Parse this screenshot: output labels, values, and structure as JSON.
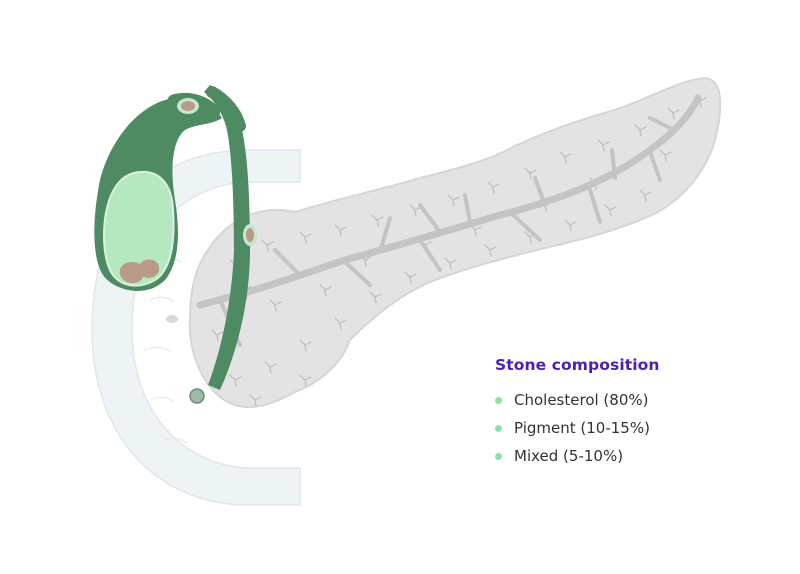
{
  "legend": {
    "title": "Stone composition",
    "items": [
      {
        "label": "Cholesterol (80%)"
      },
      {
        "label": "Pigment (10-15%)"
      },
      {
        "label": "Mixed (5-10%)"
      }
    ]
  },
  "colors": {
    "title": "#4a1fb8",
    "dot": "#8ee2a0",
    "gallbladder": "#4e8b63",
    "bile": "#b6e8c0",
    "stone": "#b79b86",
    "pancreas": "#e3e3e3",
    "duct": "#c4c4c4",
    "duodenum": "#eef3f6"
  }
}
